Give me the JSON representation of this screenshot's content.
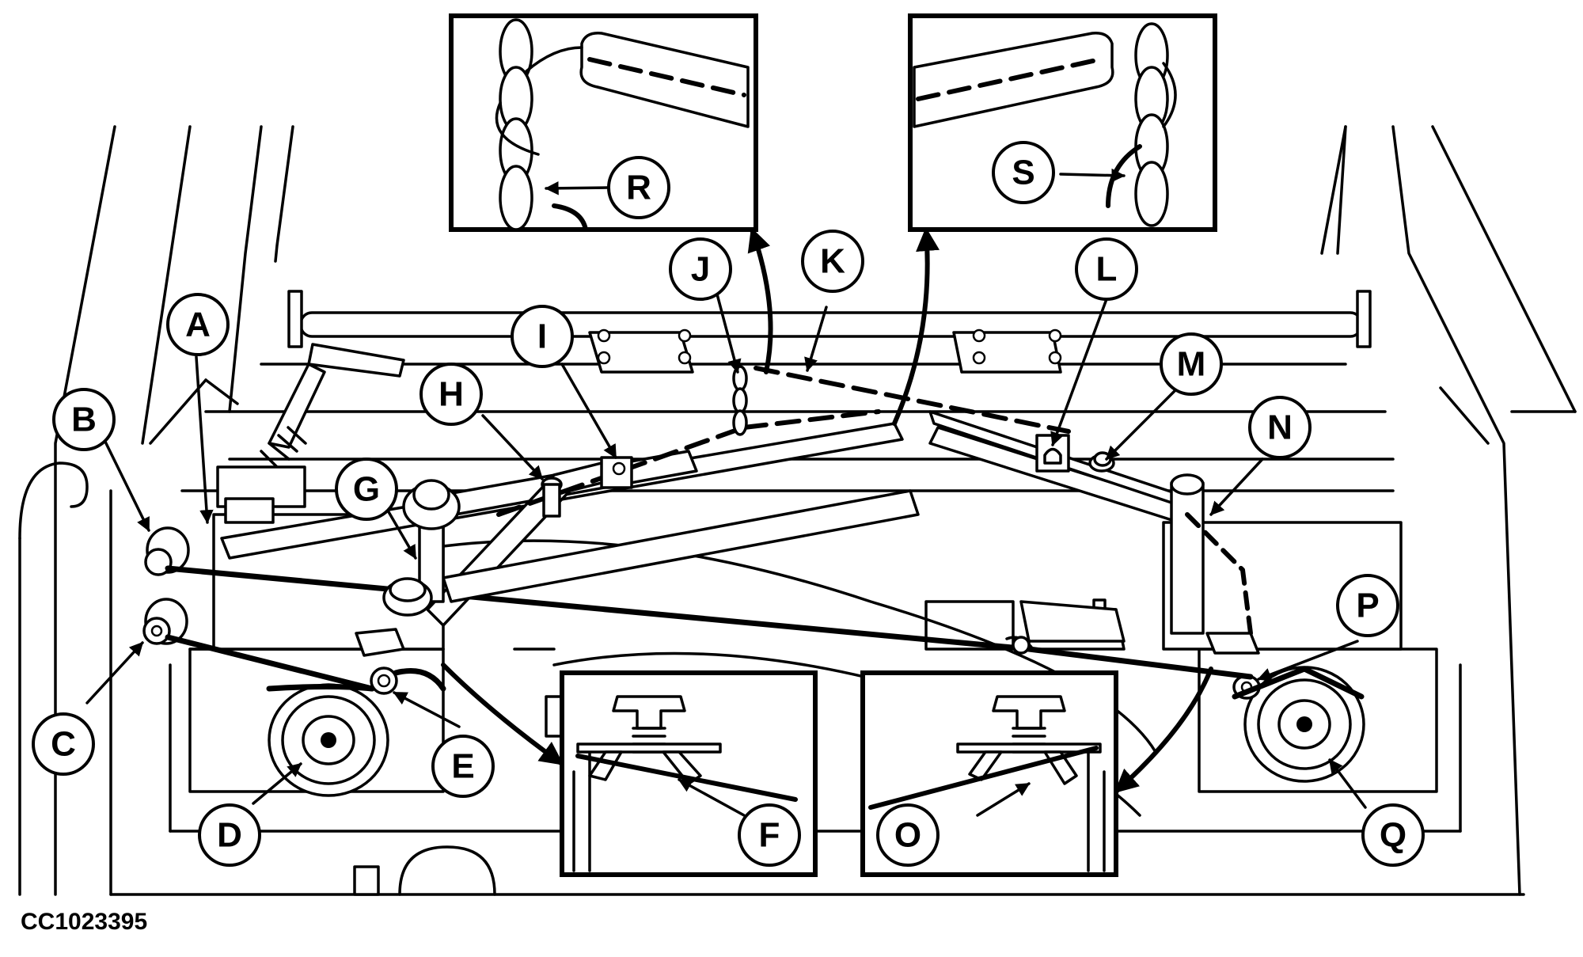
{
  "figure_code": "CC1023395",
  "callouts": [
    {
      "id": "A",
      "label": "A"
    },
    {
      "id": "B",
      "label": "B"
    },
    {
      "id": "C",
      "label": "C"
    },
    {
      "id": "D",
      "label": "D"
    },
    {
      "id": "E",
      "label": "E"
    },
    {
      "id": "F",
      "label": "F"
    },
    {
      "id": "G",
      "label": "G"
    },
    {
      "id": "H",
      "label": "H"
    },
    {
      "id": "I",
      "label": "I"
    },
    {
      "id": "J",
      "label": "J"
    },
    {
      "id": "K",
      "label": "K"
    },
    {
      "id": "L",
      "label": "L"
    },
    {
      "id": "M",
      "label": "M"
    },
    {
      "id": "N",
      "label": "N"
    },
    {
      "id": "O",
      "label": "O"
    },
    {
      "id": "P",
      "label": "P"
    },
    {
      "id": "Q",
      "label": "Q"
    },
    {
      "id": "R",
      "label": "R"
    },
    {
      "id": "S",
      "label": "S"
    }
  ]
}
